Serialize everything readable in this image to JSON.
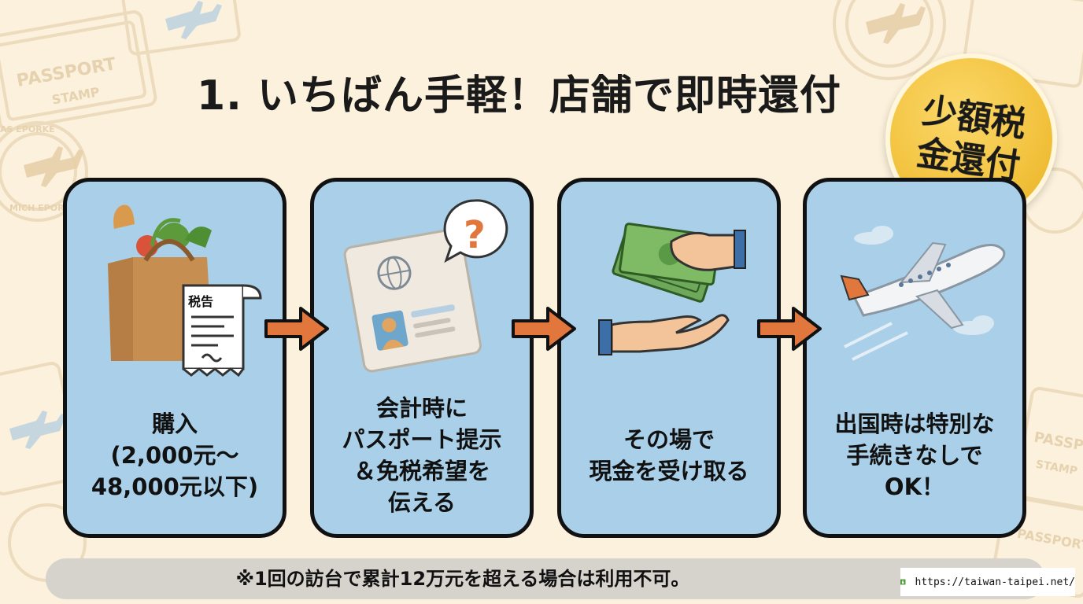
{
  "title": "1. いちばん手軽！店舗で即時還付",
  "badge": {
    "line1": "少額税",
    "line2": "金還付"
  },
  "background_stamps": [
    "PASSPORT",
    "STAMP",
    "MICH EPORTER",
    "AS EPORKE"
  ],
  "steps": [
    {
      "icon": "shopping-bag-receipt-icon",
      "receipt_label": "税告",
      "lines": [
        "購入",
        "(2,000元～",
        "48,000元以下)"
      ]
    },
    {
      "icon": "passport-question-icon",
      "lines": [
        "会計時に",
        "パスポート提示",
        "＆免税希望を",
        "伝える"
      ]
    },
    {
      "icon": "cash-handover-icon",
      "lines": [
        "その場で",
        "現金を受け取る"
      ]
    },
    {
      "icon": "airplane-icon",
      "lines": [
        "出国時は特別な",
        "手続きなしで",
        "OK！"
      ]
    }
  ],
  "footer": {
    "note": "※1回の訪台で累計12万元を超える場合は利用不可。",
    "url": "https://taiwan-taipei.net/"
  },
  "colors": {
    "background": "#fbf1dc",
    "card": "#a9d0e8",
    "badge": "#f2c23d",
    "arrow": "#e2773e"
  }
}
